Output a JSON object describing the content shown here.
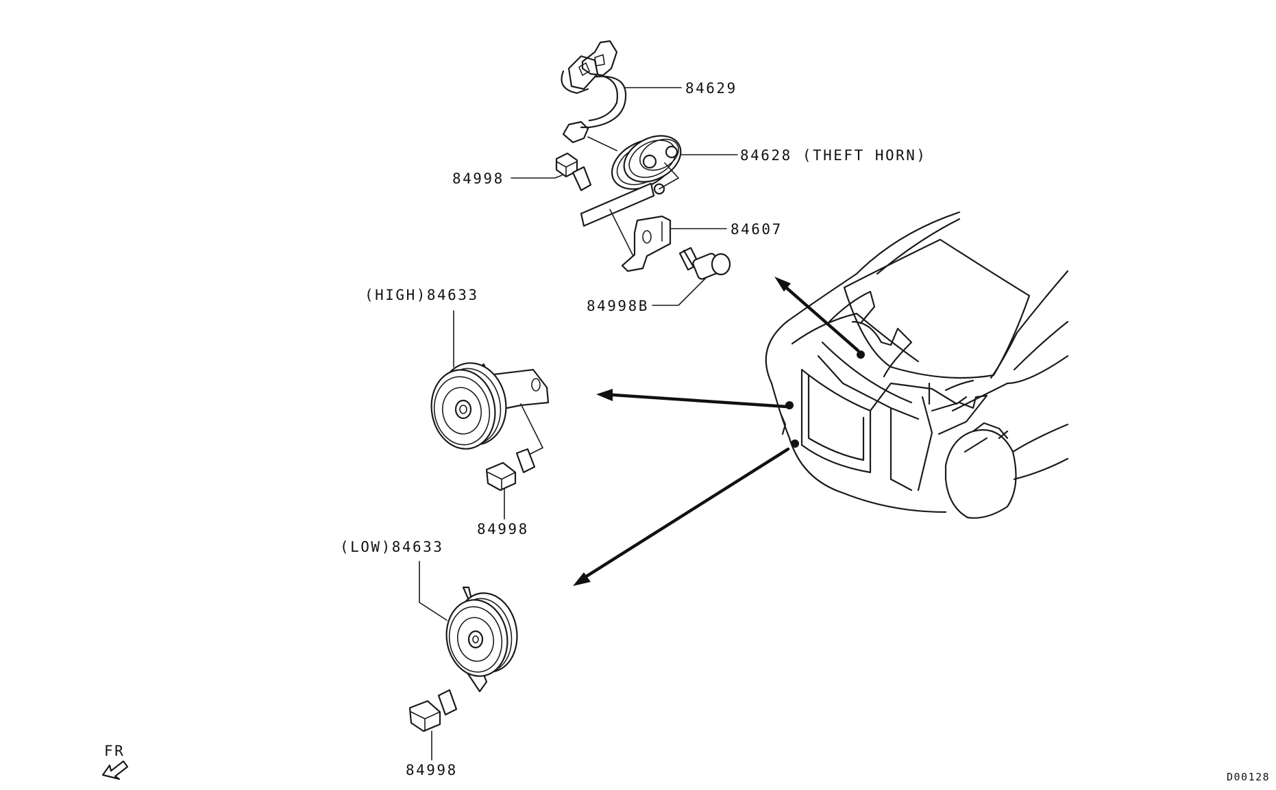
{
  "labels": {
    "harness": "84629",
    "theft_horn": "84628 (THEFT HORN)",
    "bolt_upper": "84998",
    "bracket": "84607",
    "bolt_b": "84998B",
    "high_horn": "(HIGH)84633",
    "high_bolt": "84998",
    "low_horn": "(LOW)84633",
    "low_bolt": "84998",
    "front_direction": "FR",
    "diagram_code": "D00128"
  },
  "colors": {
    "line": "#1a1a1a",
    "background": "#ffffff"
  }
}
